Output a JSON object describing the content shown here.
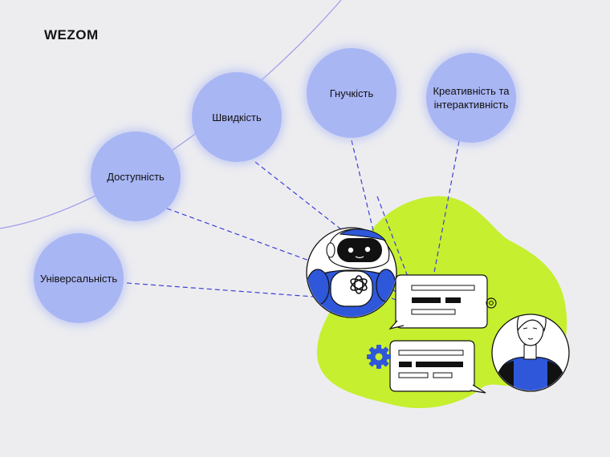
{
  "brand": {
    "logo_text": "WEZOM"
  },
  "features": [
    {
      "label": "Універсальність"
    },
    {
      "label": "Доступність"
    },
    {
      "label": "Швидкість"
    },
    {
      "label": "Гнучкість"
    },
    {
      "label": "Креативність та інтерактивність"
    }
  ],
  "colors": {
    "background": "#ededf0",
    "bubble": "#a9b6f4",
    "accent_blob": "#c6ef2f",
    "robot_blue": "#2e57d9",
    "connector": "#3b3fd6"
  },
  "icons": [
    "robot-icon",
    "chatgpt-logo-icon",
    "gear-icon",
    "person-avatar-icon"
  ]
}
